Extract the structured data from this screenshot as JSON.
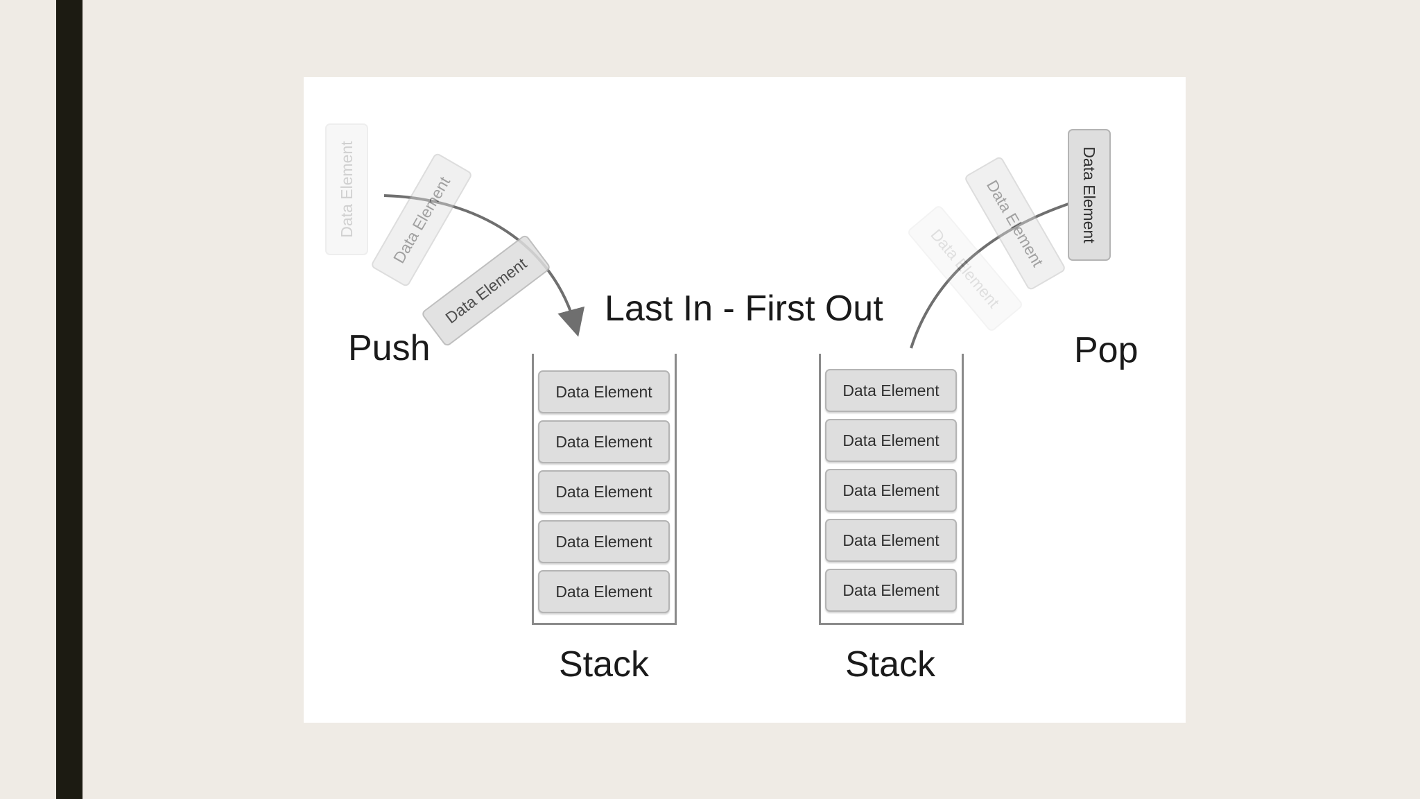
{
  "diagram": {
    "title": "Last In - First Out",
    "push_label": "Push",
    "pop_label": "Pop",
    "left_stack": {
      "label": "Stack",
      "elements": [
        "Data Element",
        "Data Element",
        "Data Element",
        "Data Element",
        "Data Element"
      ]
    },
    "right_stack": {
      "label": "Stack",
      "elements": [
        "Data Element",
        "Data Element",
        "Data Element",
        "Data Element",
        "Data Element"
      ]
    },
    "push_animation_elements": [
      "Data Element",
      "Data Element",
      "Data Element"
    ],
    "pop_animation_elements": [
      "Data Element",
      "Data Element",
      "Data Element"
    ]
  },
  "colors": {
    "slide_background": "#efebe5",
    "side_bar": "#1c1b12",
    "element_fill": "#dedede",
    "element_border": "#b4b4b4",
    "arrow": "#6f6f6f",
    "stack_border": "#8a8a8a"
  }
}
